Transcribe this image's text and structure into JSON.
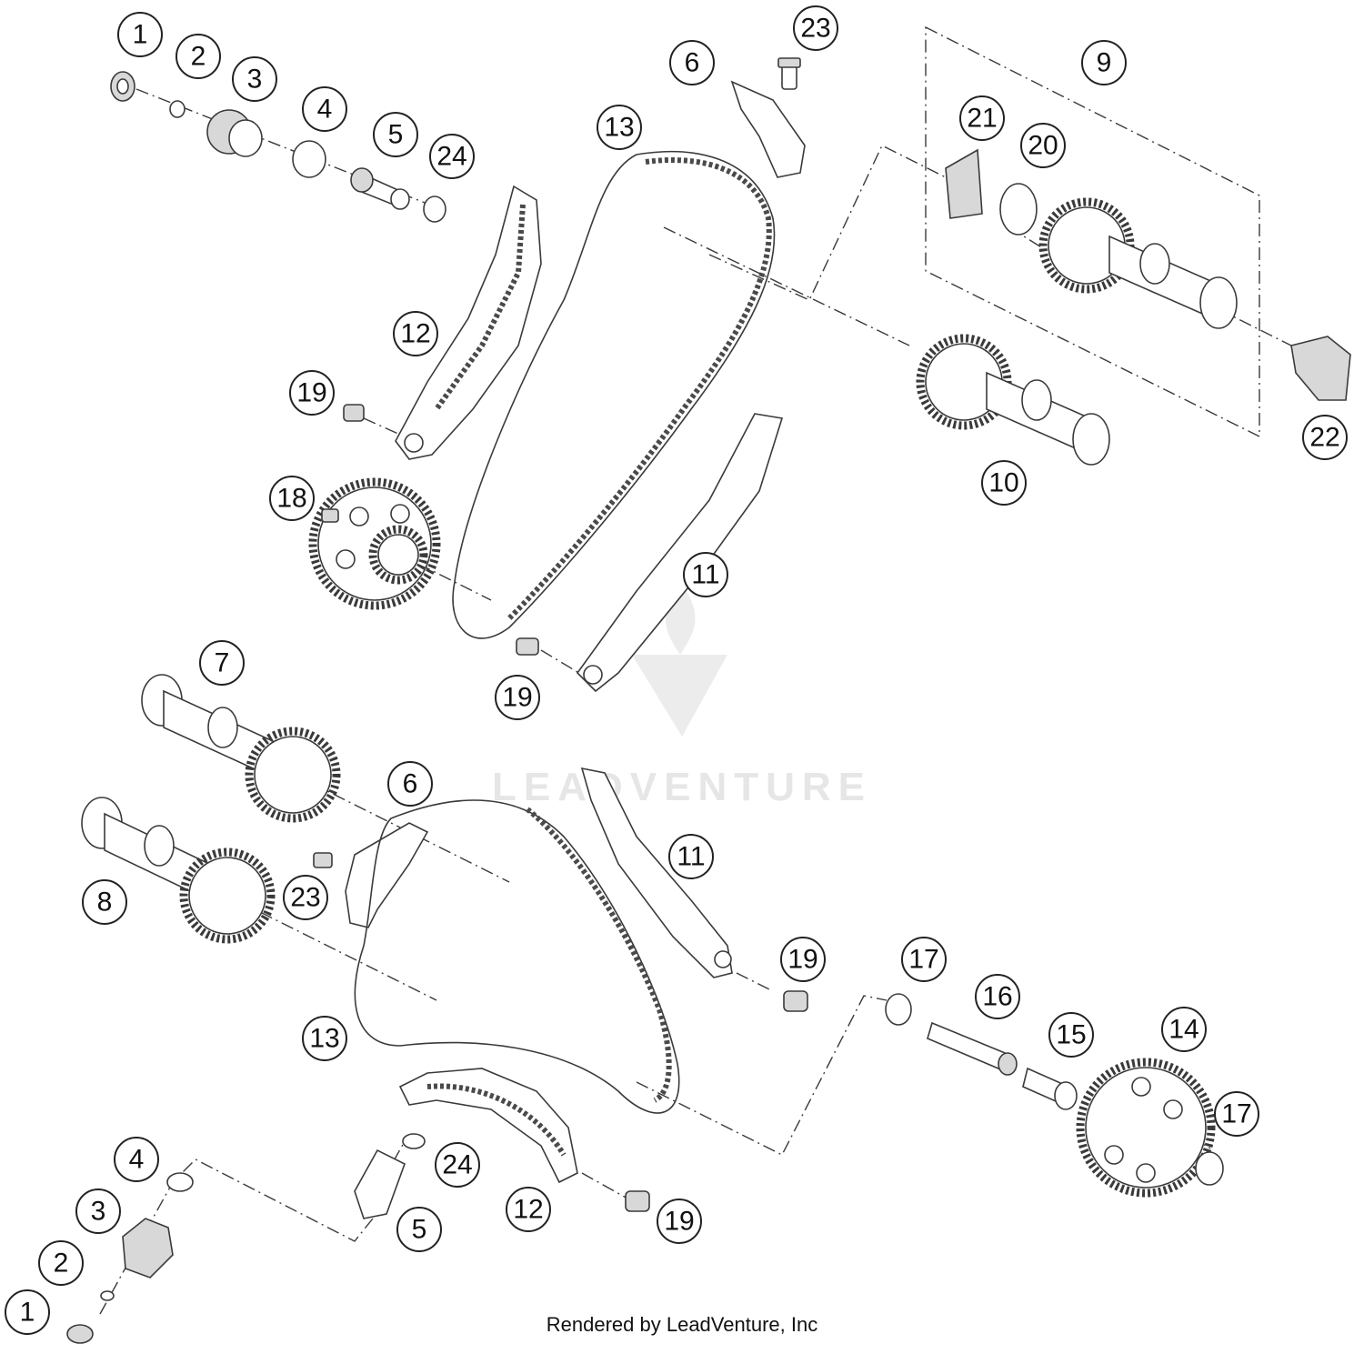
{
  "watermark": {
    "brand": "LEADVENTURE"
  },
  "footer": {
    "text": "Rendered by LeadVenture, Inc"
  },
  "callouts": [
    "1",
    "2",
    "3",
    "4",
    "5",
    "24",
    "6",
    "23",
    "13",
    "9",
    "21",
    "20",
    "12",
    "19",
    "18",
    "10",
    "22",
    "11",
    "19",
    "7",
    "6",
    "11",
    "8",
    "23",
    "19",
    "17",
    "16",
    "15",
    "14",
    "13",
    "17",
    "4",
    "24",
    "3",
    "12",
    "19",
    "2",
    "5",
    "1"
  ]
}
